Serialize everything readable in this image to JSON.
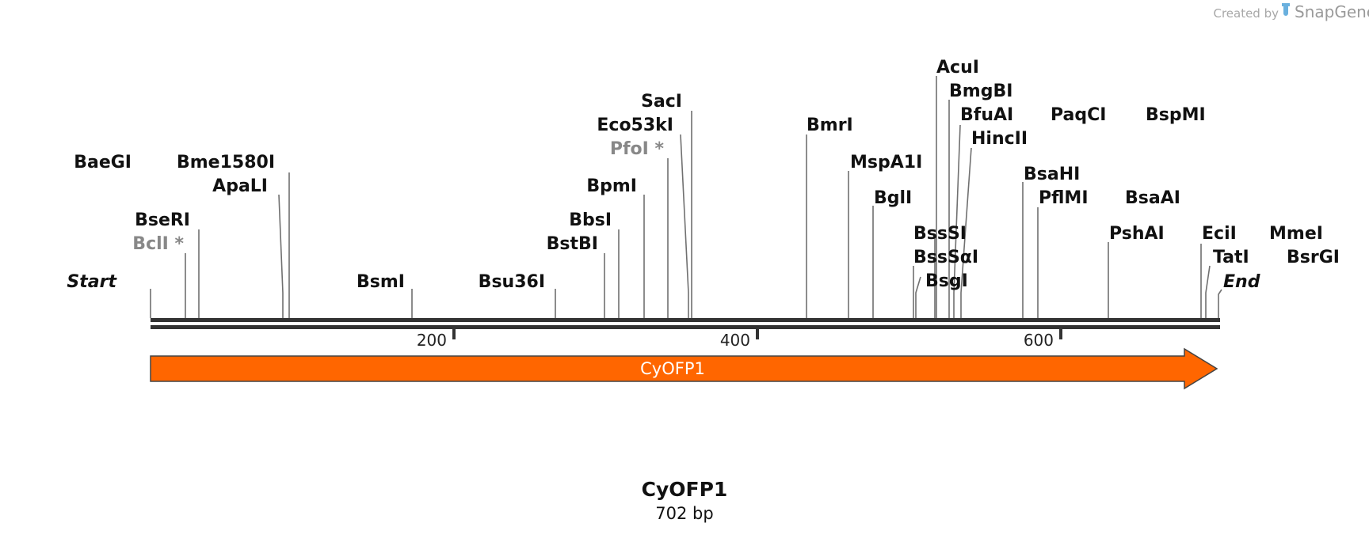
{
  "credit": {
    "created_by": "Created by",
    "brand": "SnapGene",
    "logo_icon": "snapgene-tube-icon"
  },
  "map": {
    "title": "CyOFP1",
    "length_label": "702 bp",
    "ticks": [
      "200",
      "400",
      "600"
    ],
    "feature": {
      "label": "CyOFP1",
      "color": "#ff6600",
      "direction": "forward"
    },
    "sites": [
      {
        "name": "Start",
        "style": "italic"
      },
      {
        "name": "BaeGI",
        "style": "normal"
      },
      {
        "name": "Bme1580I",
        "style": "normal"
      },
      {
        "name": "ApaLI",
        "style": "normal"
      },
      {
        "name": "BseRI",
        "style": "normal"
      },
      {
        "name": "BclI *",
        "style": "gray"
      },
      {
        "name": "BsmI",
        "style": "normal"
      },
      {
        "name": "Bsu36I",
        "style": "normal"
      },
      {
        "name": "SacI",
        "style": "normal"
      },
      {
        "name": "Eco53kI",
        "style": "normal"
      },
      {
        "name": "PfoI *",
        "style": "gray"
      },
      {
        "name": "BpmI",
        "style": "normal"
      },
      {
        "name": "BbsI",
        "style": "normal"
      },
      {
        "name": "BstBI",
        "style": "normal"
      },
      {
        "name": "BmrI",
        "style": "normal"
      },
      {
        "name": "MspA1I",
        "style": "normal"
      },
      {
        "name": "BglI",
        "style": "normal"
      },
      {
        "name": "AcuI",
        "style": "normal"
      },
      {
        "name": "BmgBI",
        "style": "normal"
      },
      {
        "name": "BfuAI",
        "style": "normal"
      },
      {
        "name": "HincII",
        "style": "normal"
      },
      {
        "name": "BssSI",
        "style": "normal"
      },
      {
        "name": "BssSαI",
        "style": "normal"
      },
      {
        "name": "BsgI",
        "style": "normal"
      },
      {
        "name": "PaqCI",
        "style": "normal"
      },
      {
        "name": "BspMI",
        "style": "normal"
      },
      {
        "name": "BsaHI",
        "style": "normal"
      },
      {
        "name": "PflMI",
        "style": "normal"
      },
      {
        "name": "BsaAI",
        "style": "normal"
      },
      {
        "name": "PshAI",
        "style": "normal"
      },
      {
        "name": "EciI",
        "style": "normal"
      },
      {
        "name": "MmeI",
        "style": "normal"
      },
      {
        "name": "TatI",
        "style": "normal"
      },
      {
        "name": "BsrGI",
        "style": "normal"
      },
      {
        "name": "End",
        "style": "italic"
      }
    ],
    "colors": {
      "normal": "#111111",
      "gray": "#888888",
      "line": "#707070",
      "backbone": "#333333"
    }
  }
}
